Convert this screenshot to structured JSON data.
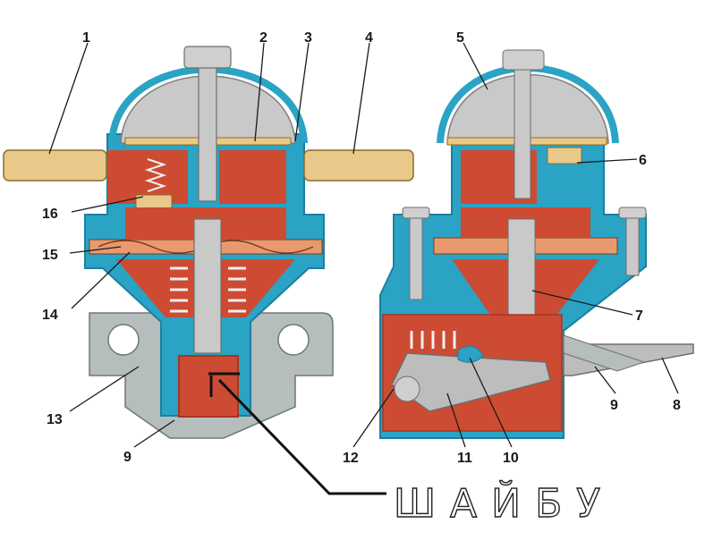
{
  "diagram": {
    "labels": [
      "1",
      "2",
      "3",
      "4",
      "5",
      "6",
      "7",
      "8",
      "9",
      "10",
      "11",
      "12",
      "13",
      "14",
      "15",
      "16",
      "9"
    ],
    "annotation": "ШАЙБУ"
  },
  "colors": {
    "body": "#2aa3c4",
    "body_dark": "#1c7fa0",
    "chamber": "#cc4b32",
    "chamber_dark": "#a83620",
    "dome": "#c9c9c9",
    "metal": "#bdbdbd",
    "fitting": "#e8c98a",
    "diaphragm": "#e89a6e",
    "bracket": "#b6bdbd"
  }
}
